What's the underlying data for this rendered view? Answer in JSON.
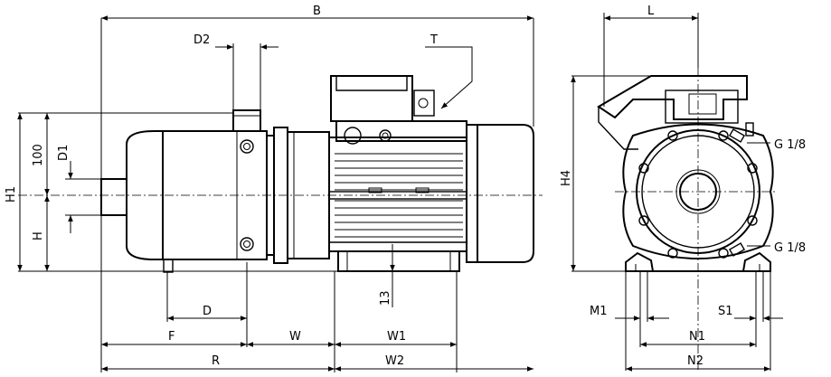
{
  "dimension_labels": {
    "B": "B",
    "D2": "D2",
    "T": "T",
    "L": "L",
    "H1": "H1",
    "h100": "100",
    "D1": "D1",
    "H": "H",
    "H4": "H4",
    "G_top": "G 1/8",
    "G_bottom": "G 1/8",
    "D": "D",
    "h13": "13",
    "F": "F",
    "W": "W",
    "W1": "W1",
    "R": "R",
    "W2": "W2",
    "M1": "M1",
    "S1": "S1",
    "N1": "N1",
    "N2": "N2"
  }
}
